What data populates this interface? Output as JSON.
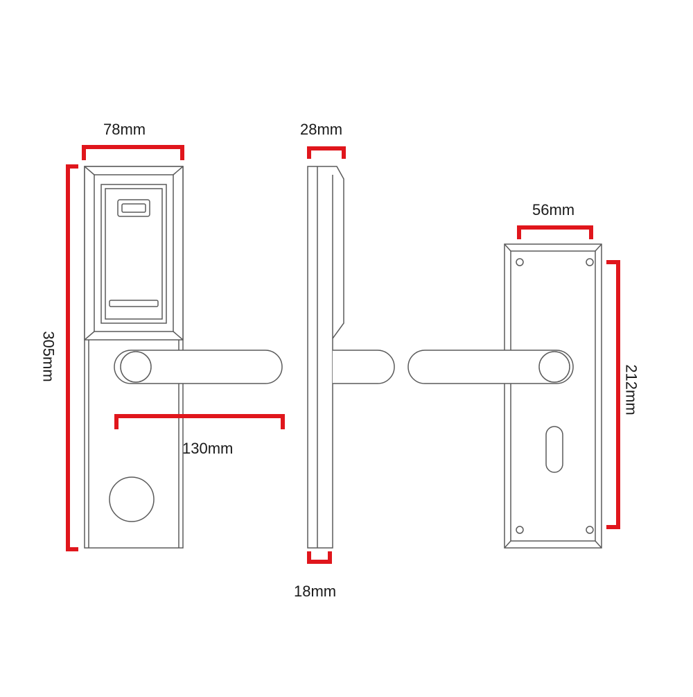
{
  "colors": {
    "dimension_marker": "#e0161c",
    "outline": "#5a5a5a",
    "fill": "#ffffff",
    "text": "#1a1a1a"
  },
  "dimensions": {
    "front_width": "78mm",
    "front_height": "305mm",
    "handle_length": "130mm",
    "side_top_depth": "28mm",
    "side_bottom_depth": "18mm",
    "back_width": "56mm",
    "back_height": "212mm"
  },
  "icons": [
    "card-reader-slot-icon",
    "keyhole-icon"
  ]
}
